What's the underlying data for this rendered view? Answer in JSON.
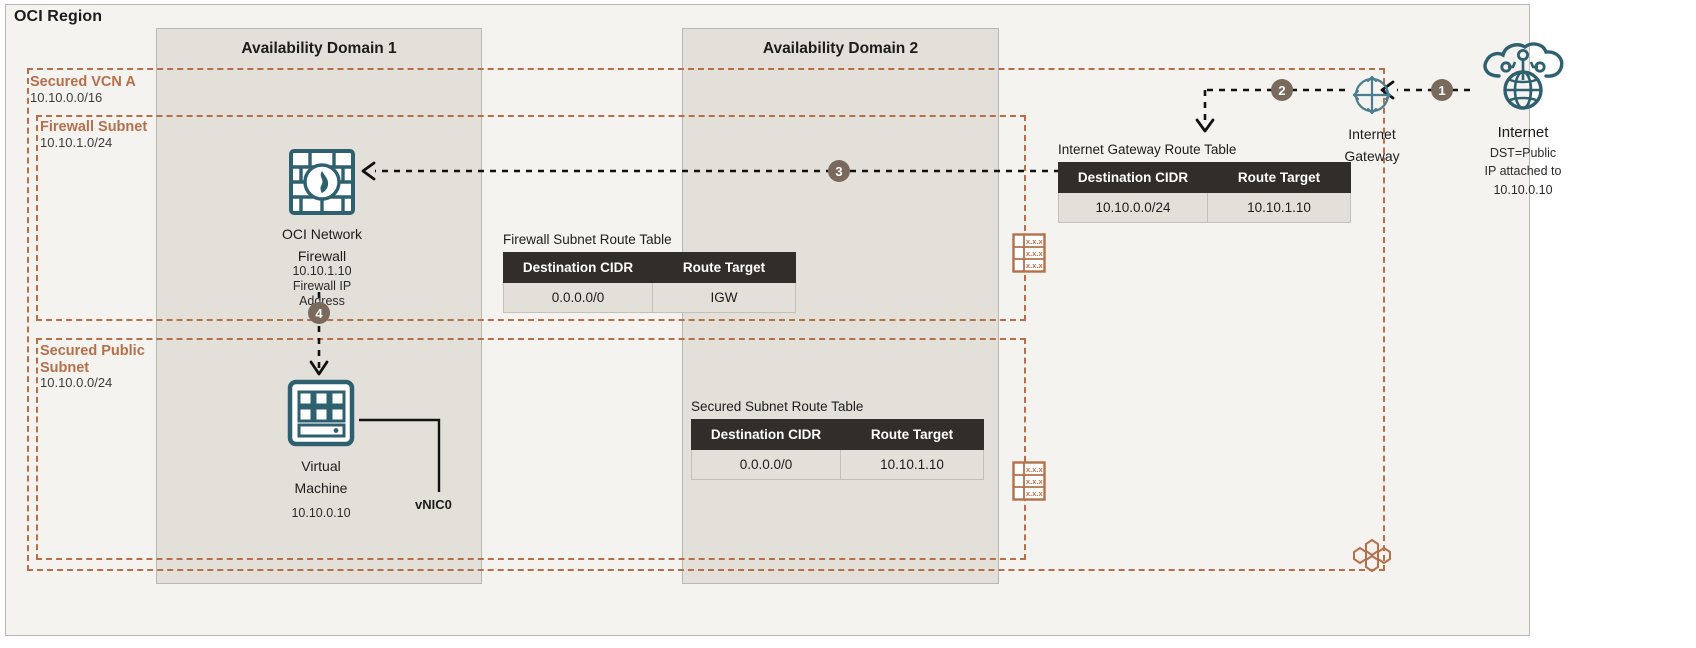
{
  "region": {
    "title": "OCI Region"
  },
  "availability_domains": [
    {
      "name": "Availability Domain 1"
    },
    {
      "name": "Availability Domain 2"
    }
  ],
  "vcn": {
    "name": "Secured VCN A",
    "cidr": "10.10.0.0/16"
  },
  "subnets": [
    {
      "name": "Firewall Subnet",
      "cidr": "10.10.1.0/24"
    },
    {
      "name": "Secured Public Subnet",
      "cidr": "10.10.0.0/24"
    }
  ],
  "nodes": {
    "firewall": {
      "icon": "network-firewall-icon",
      "label_line1": "OCI Network",
      "label_line2": "Firewall",
      "ip": "10.10.1.10",
      "ip_note_line1": "Firewall IP",
      "ip_note_line2": "Address"
    },
    "vm": {
      "icon": "virtual-machine-icon",
      "label_line1": "Virtual",
      "label_line2": "Machine",
      "ip": "10.10.0.10",
      "nic": "vNIC0"
    },
    "internet_gateway": {
      "icon": "internet-gateway-icon",
      "label_line1": "Internet",
      "label_line2": "Gateway"
    },
    "internet": {
      "icon": "internet-cloud-icon",
      "label": "Internet",
      "note_line1": "DST=Public",
      "note_line2": "IP attached to",
      "note_line3": "10.10.0.10"
    }
  },
  "route_tables": [
    {
      "id": "firewall-subnet-route-table",
      "title": "Firewall Subnet Route Table",
      "columns": [
        "Destination CIDR",
        "Route Target"
      ],
      "rows": [
        [
          "0.0.0.0/0",
          "IGW"
        ]
      ]
    },
    {
      "id": "secured-subnet-route-table",
      "title": "Secured Subnet Route Table",
      "columns": [
        "Destination CIDR",
        "Route Target"
      ],
      "rows": [
        [
          "0.0.0.0/0",
          "10.10.1.10"
        ]
      ]
    },
    {
      "id": "internet-gateway-route-table",
      "title": "Internet Gateway Route Table",
      "columns": [
        "Destination CIDR",
        "Route Target"
      ],
      "rows": [
        [
          "10.10.0.0/24",
          "10.10.1.10"
        ]
      ]
    }
  ],
  "steps": [
    {
      "number": "1"
    },
    {
      "number": "2"
    },
    {
      "number": "3"
    },
    {
      "number": "4"
    }
  ],
  "glyphs": {
    "route_table_cell": "x.x.x",
    "route_table_icon": "route-table-icon",
    "vcn_hex_icon": "vcn-hexagon-icon"
  },
  "colors": {
    "accent_orange": "#b5704a",
    "icon_teal": "#2e6070",
    "badge": "#7a6a5d",
    "table_header": "#312d2a",
    "region_bg": "#f4f3f0",
    "ad_bg": "#e3e0da"
  }
}
